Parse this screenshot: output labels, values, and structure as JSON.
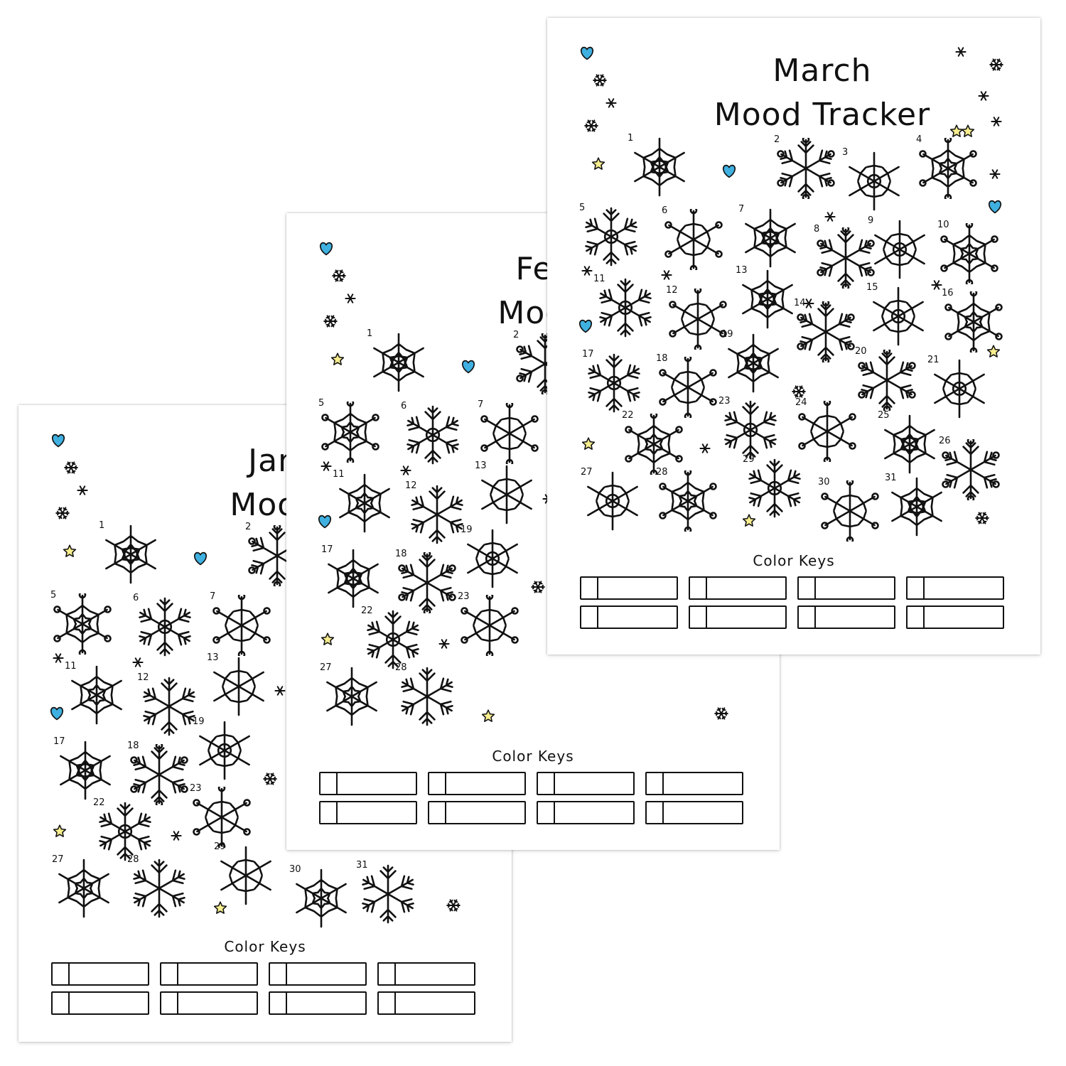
{
  "colors": {
    "ink": "#111111",
    "heart": "#3fb0e0",
    "star": "#f7ee8e",
    "page": "#ffffff"
  },
  "icons": {
    "decor_heart": "heart-icon",
    "decor_star": "star-icon",
    "decor_small_snowflake": "small-snowflake-icon",
    "decor_sparkle": "sparkle-icon"
  },
  "pages": {
    "january": {
      "title_line1": "Janua",
      "title_line2": "Mood Tr",
      "visible_day_numbers": [
        "1",
        "2",
        "5",
        "6",
        "7",
        "11",
        "12",
        "13",
        "17",
        "18",
        "19",
        "22",
        "23",
        "27",
        "28",
        "29",
        "30",
        "31"
      ],
      "color_keys_label": "Color Keys",
      "color_key_count": 8
    },
    "february": {
      "title_line1": "Febru",
      "title_line2": "Mood Tr",
      "visible_day_numbers": [
        "1",
        "2",
        "5",
        "6",
        "7",
        "11",
        "12",
        "13",
        "17",
        "18",
        "19",
        "22",
        "23",
        "27",
        "28"
      ],
      "color_keys_label": "Color Keys",
      "color_key_count": 8
    },
    "march": {
      "title_line1": "March",
      "title_line2": "Mood Tracker",
      "visible_day_numbers": [
        "1",
        "2",
        "3",
        "4",
        "5",
        "6",
        "7",
        "8",
        "9",
        "10",
        "11",
        "12",
        "13",
        "14",
        "15",
        "16",
        "17",
        "18",
        "19",
        "20",
        "21",
        "22",
        "23",
        "24",
        "25",
        "26",
        "27",
        "28",
        "29",
        "30",
        "31"
      ],
      "color_keys_label": "Color Keys",
      "color_key_count": 8
    }
  }
}
